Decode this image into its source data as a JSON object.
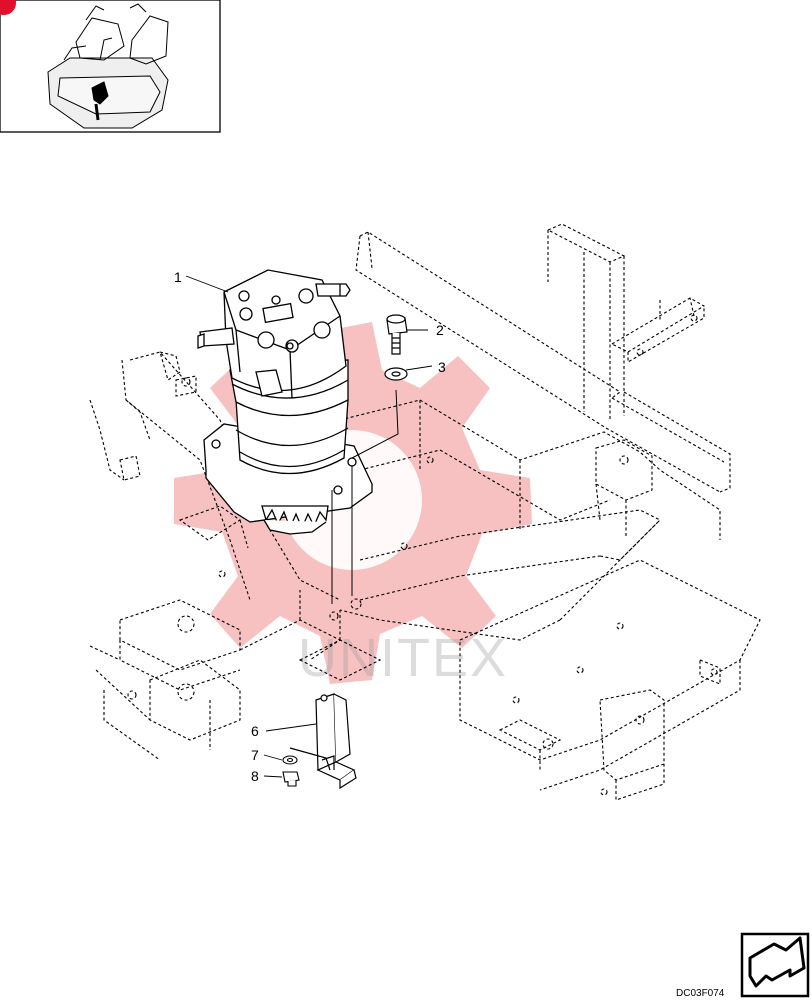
{
  "figure": {
    "code": "DC03F074",
    "watermark": "UNITEX"
  },
  "callouts": [
    {
      "id": "1",
      "label": "1"
    },
    {
      "id": "2",
      "label": "2"
    },
    {
      "id": "3",
      "label": "3"
    },
    {
      "id": "6",
      "label": "6"
    },
    {
      "id": "7",
      "label": "7"
    },
    {
      "id": "8",
      "label": "8"
    }
  ],
  "colors": {
    "line": "#000000",
    "watermark_gear": "#f2a0a0",
    "watermark_text": "#9a9a9a",
    "marker": "#e0102a"
  },
  "icons": {
    "locator": "machine-locator-icon",
    "navigation": "next-page-arrow-icon"
  }
}
